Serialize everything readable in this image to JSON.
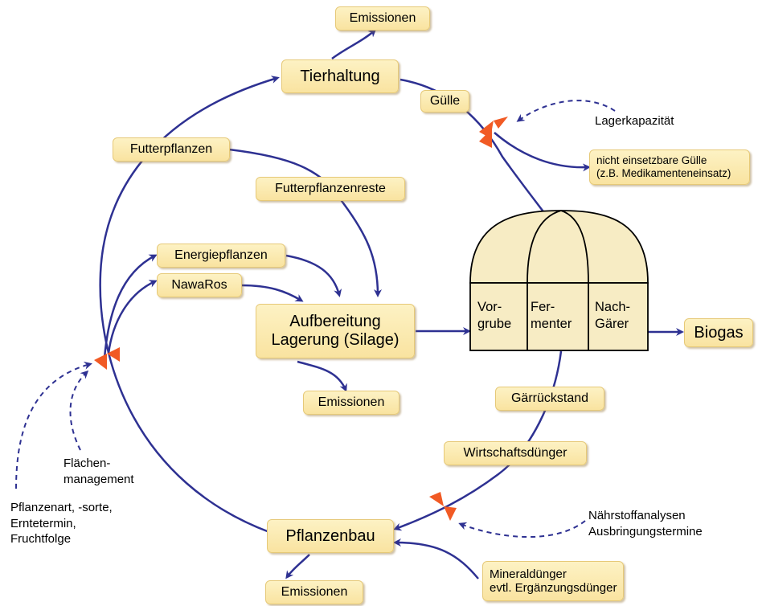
{
  "nodes": {
    "emissionen_top": "Emissionen",
    "tierhaltung": "Tierhaltung",
    "guelle": "Gülle",
    "futterpflanzen": "Futterpflanzen",
    "futterpflanzenreste": "Futterpflanzenreste",
    "energiepflanzen": "Energiepflanzen",
    "nawaros": "NawaRos",
    "aufbereitung": {
      "line1": "Aufbereitung",
      "line2": "Lagerung (Silage)"
    },
    "emissionen_mid": "Emissionen",
    "biogas": "Biogas",
    "gaerrueckstand": "Gärrückstand",
    "wirtschaftsduenger": "Wirtschaftsdünger",
    "pflanzenbau": "Pflanzenbau",
    "emissionen_bottom": "Emissionen",
    "mineralduenger": {
      "line1": "Mineraldünger",
      "line2": "evtl. Ergänzungsdünger"
    },
    "nicht_einsetzbar": {
      "line1": "nicht einsetzbare Gülle",
      "line2": "(z.B. Medikamenteneinsatz)"
    }
  },
  "digester": {
    "vorgrube": {
      "line1": "Vor-",
      "line2": "grube"
    },
    "fermenter": {
      "line1": "Fer-",
      "line2": "menter"
    },
    "nachgaerer": {
      "line1": "Nach-",
      "line2": "Gärer"
    }
  },
  "labels": {
    "lagerkapazitaet": "Lagerkapazität",
    "flaechenmanagement": {
      "line1": "Flächen-",
      "line2": "management"
    },
    "pflanzenart": {
      "line1": "Pflanzenart, -sorte,",
      "line2": "Erntetermin,",
      "line3": "Fruchtfolge"
    },
    "naehrstoff": {
      "line1": "Nährstoffanalysen",
      "line2": "Ausbringungstermine"
    }
  },
  "colors": {
    "arrow": "#2e3192",
    "box_fill": "#fbe9b0",
    "box_border": "#e6c978",
    "digester_fill": "#f7ecc4",
    "valve": "#f15a24"
  }
}
